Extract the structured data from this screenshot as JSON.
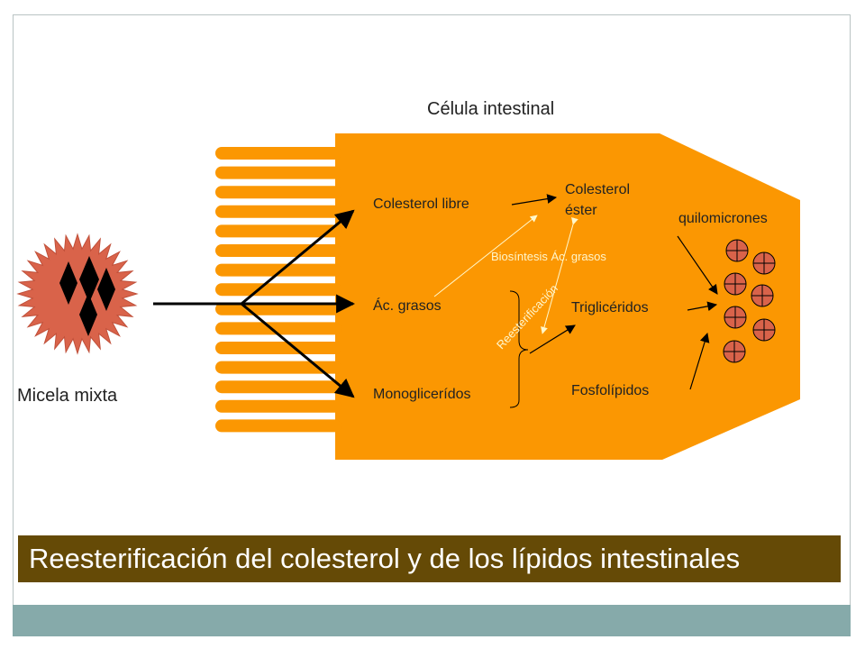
{
  "diagram": {
    "cell_label": "Célula intestinal",
    "micelle_label": "Micela mixta",
    "nodes": {
      "colesterol_libre": "Colesterol libre",
      "colesterol_ester": "Colesterol éster",
      "ac_grasos": "Ác. grasos",
      "monogliceridos": "Monoglicerídos",
      "trigliceridos": "Triglicéridos",
      "fosfolipidos": "Fosfolípidos",
      "quilomicrones": "quilomicrones"
    },
    "process_labels": {
      "biosintesis": "Biosíntesis Ác. grasos",
      "reesterificacion": "Reesterificación"
    }
  },
  "banner_text": "Reesterificación del colesterol y de los lípidos intestinales",
  "colors": {
    "cell": "#fb9702",
    "micelle": "#d9634a",
    "banner": "#654a06",
    "footer": "#86aaaa",
    "chylomicron": "#d9634a"
  }
}
